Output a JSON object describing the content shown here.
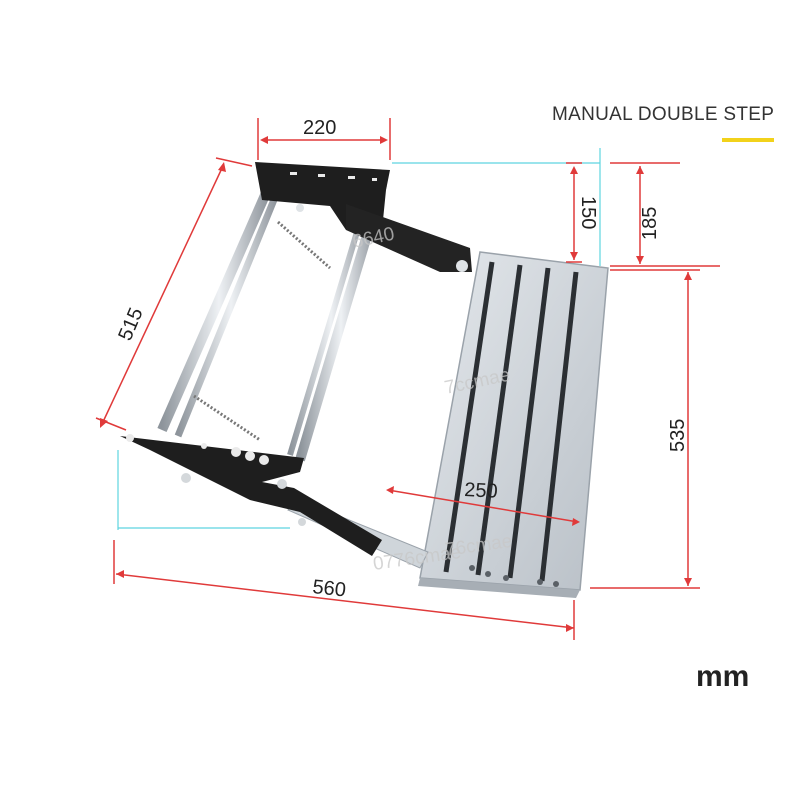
{
  "header": {
    "title": "MANUAL DOUBLE STEP",
    "accent_color": "#f2d21b"
  },
  "dimensions": {
    "top_width": "220",
    "frame_depth": "515",
    "hinge_height": "150",
    "top_height": "185",
    "step_depth": "535",
    "step_width": "250",
    "overall_width": "560"
  },
  "watermarks": [
    "6640",
    "7ccmae",
    "76cmae",
    "0776cmae"
  ],
  "unit": "mm",
  "colors": {
    "dimension_line": "#e03a3a",
    "extension_line": "#5ed4e0",
    "frame": "#1e1e1e",
    "tread": "#d6dbe0"
  }
}
